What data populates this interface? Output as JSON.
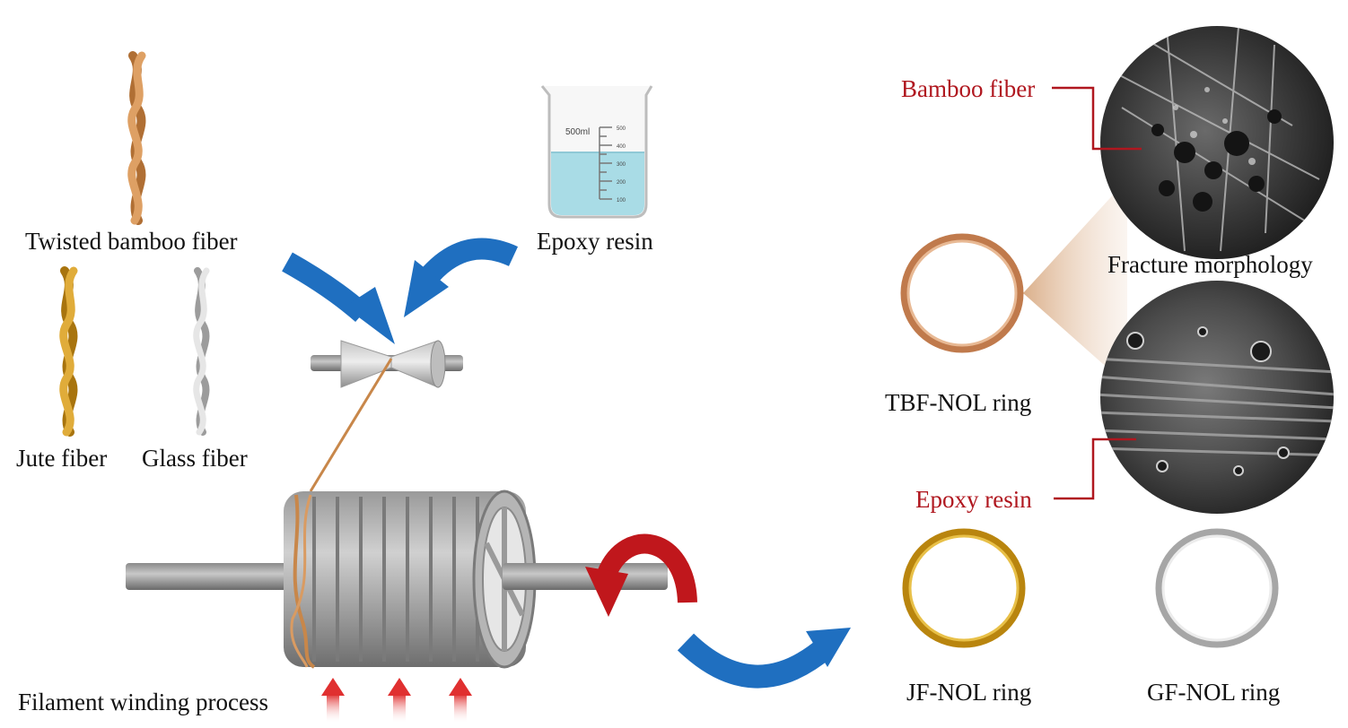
{
  "labels": {
    "twisted_bamboo_fiber": "Twisted bamboo fiber",
    "epoxy_resin_material": "Epoxy resin",
    "jute_fiber": "Jute fiber",
    "glass_fiber": "Glass fiber",
    "filament_winding_process": "Filament winding process",
    "tbf_nol_ring": "TBF-NOL ring",
    "jf_nol_ring": "JF-NOL ring",
    "gf_nol_ring": "GF-NOL ring",
    "fracture_morphology": "Fracture morphology",
    "callout_bamboo_fiber": "Bamboo fiber",
    "callout_epoxy_resin": "Epoxy resin"
  },
  "beaker": {
    "volume_label": "500ml",
    "scale": [
      "500",
      "400",
      "300",
      "200",
      "100"
    ]
  },
  "colors": {
    "bamboo": "#c8874a",
    "jute": "#c9921c",
    "glass": "#b8b8b8",
    "blue_arrow": "#1f6fc0",
    "red_arrow": "#c0171c",
    "callout_red": "#b0171f",
    "resin": "#a9dce6",
    "ring_tbf": "#d49a70",
    "ring_jf": "#c9921c",
    "ring_gf": "#c4c4c4"
  }
}
